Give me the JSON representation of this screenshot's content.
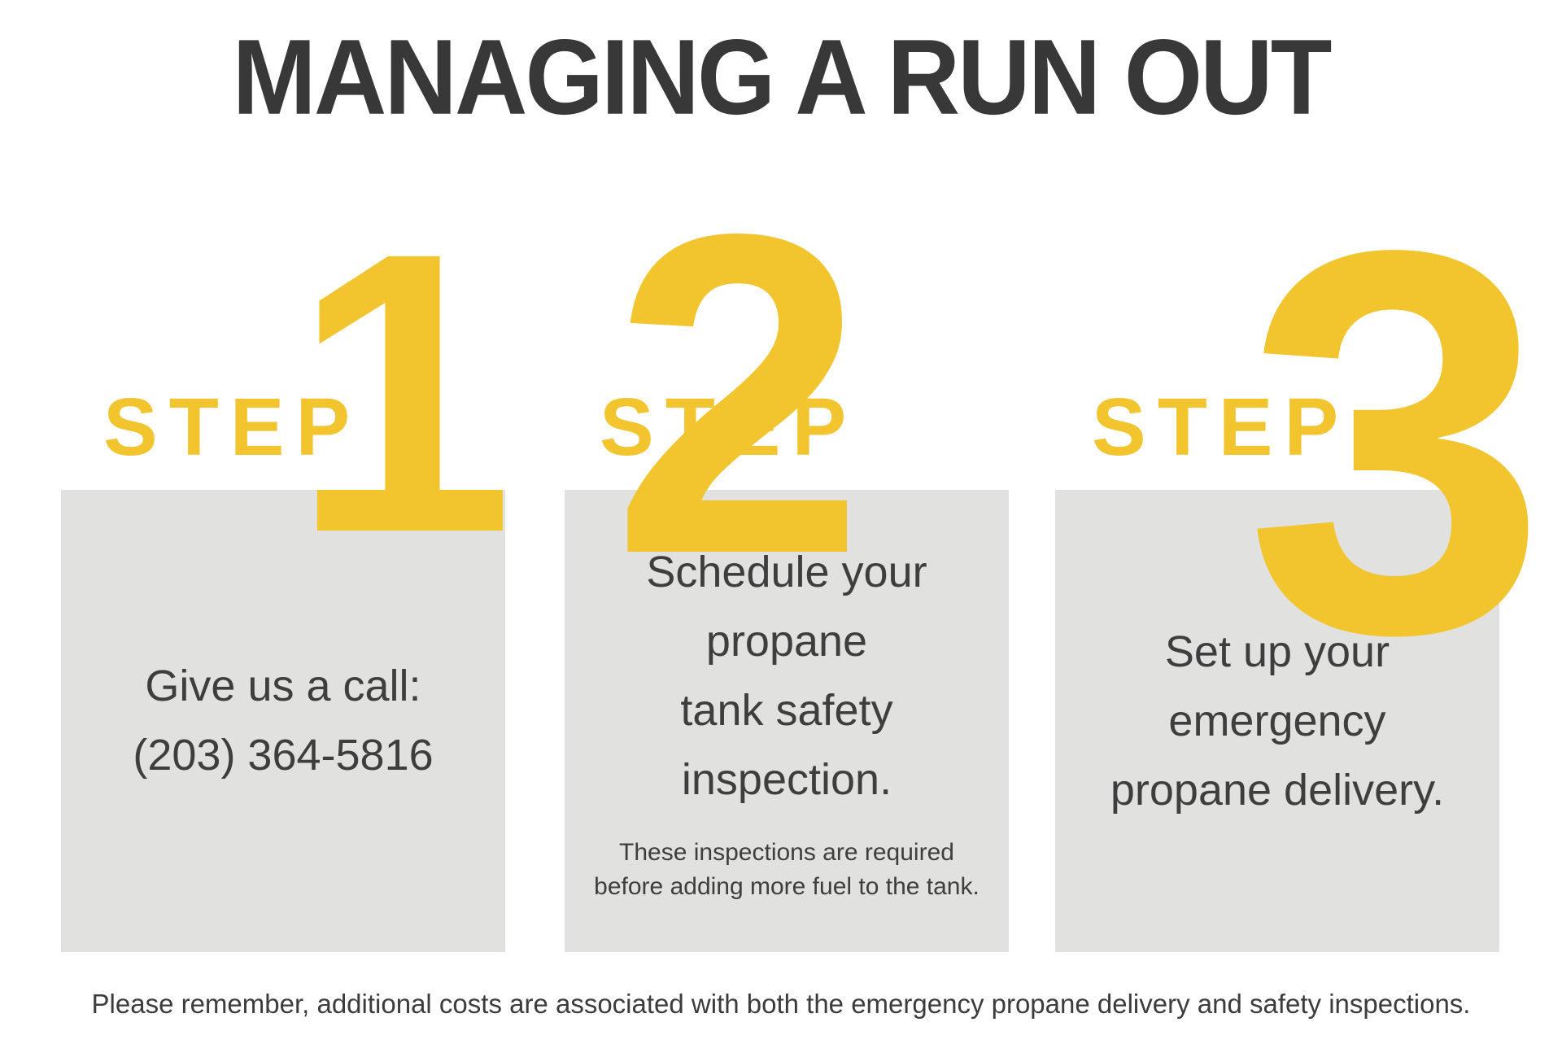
{
  "title": "MANAGING A RUN OUT",
  "colors": {
    "accent_yellow": "#F2C42E",
    "panel_gray": "#E1E1E0",
    "title_dark": "#383838",
    "body_text": "#3E3E3E"
  },
  "steps": [
    {
      "label": "STEP",
      "number": "1",
      "lines": [
        "Give us a call:",
        "(203) 364-5816"
      ],
      "notes": []
    },
    {
      "label": "STEP",
      "number": "2",
      "lines": [
        "Schedule your",
        "propane",
        "tank safety",
        "inspection."
      ],
      "notes": [
        "These inspections are required",
        "before adding more fuel to the tank."
      ]
    },
    {
      "label": "STEP",
      "number": "3",
      "lines": [
        "Set up your",
        "emergency",
        "propane delivery."
      ],
      "notes": []
    }
  ],
  "footer": "Please remember, additional costs are associated with both the emergency propane delivery and safety inspections."
}
